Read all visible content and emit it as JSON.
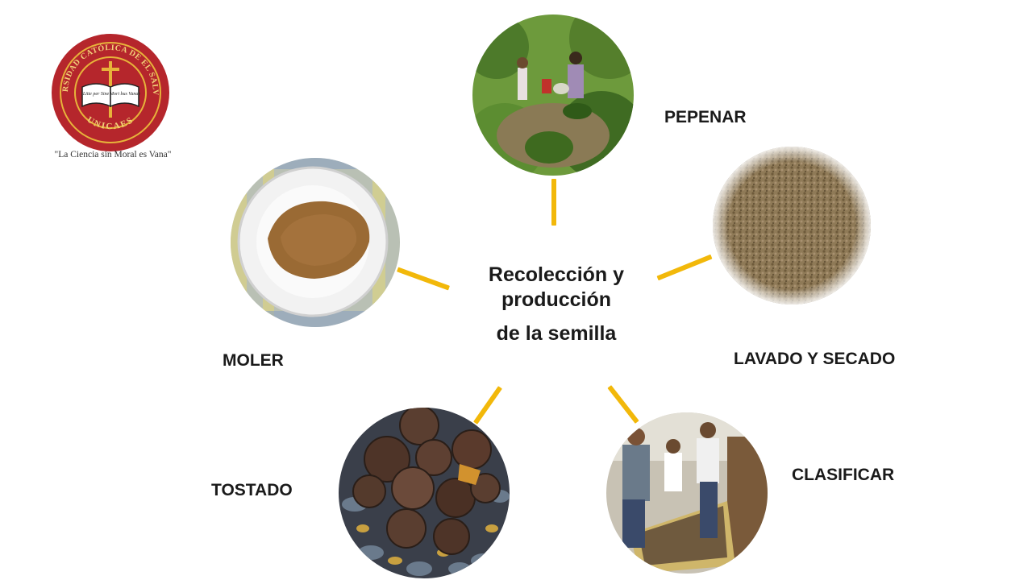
{
  "logo": {
    "ring_text": "UNIVERSIDAD CATÓLICA DE EL SALVADOR",
    "bottom_text": "UNICAES",
    "book_left": "Litte per Sine",
    "book_right": "Mori bus Vanae",
    "motto": "\"La Ciencia  sin Moral es Vana\"",
    "colors": {
      "ring": "#b5262c",
      "gold": "#e7b33a"
    }
  },
  "diagram": {
    "title_line1": "Recolección y",
    "title_line2": "producción",
    "title_line3": "de la semilla",
    "connector_color": "#f2b80a",
    "steps": [
      {
        "id": "pepenar",
        "label": "PEPENAR"
      },
      {
        "id": "lavado",
        "label": "LAVADO Y SECADO"
      },
      {
        "id": "clasificar",
        "label": "CLASIFICAR"
      },
      {
        "id": "tostado",
        "label": "TOSTADO"
      },
      {
        "id": "moler",
        "label": "MOLER"
      }
    ]
  }
}
